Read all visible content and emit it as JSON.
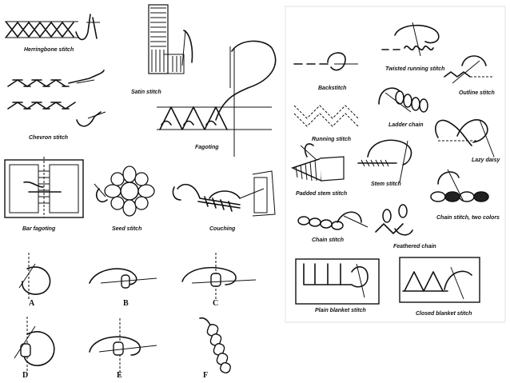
{
  "labels": {
    "herringbone": "Herringbone stitch",
    "satin": "Satin stitch",
    "chevron": "Chevron stitch",
    "fagoting": "Fagoting",
    "bar_fagoting": "Bar fagoting",
    "seed": "Seed stitch",
    "couching": "Couching",
    "backstitch": "Backstitch",
    "twisted_running": "Twisted running stitch",
    "outline": "Outline stitch",
    "running": "Running stitch",
    "ladder_chain": "Ladder chain",
    "lazy_daisy": "Lazy daisy",
    "padded_stem": "Padded stem stitch",
    "stem": "Stem stitch",
    "chain_two_colors": "Chain stitch, two colors",
    "chain": "Chain stitch",
    "feathered_chain": "Feathered chain",
    "plain_blanket": "Plain blanket stitch",
    "closed_blanket": "Closed blanket stitch",
    "step_a": "A",
    "step_b": "B",
    "step_c": "C",
    "step_d": "D",
    "step_e": "E",
    "step_f": "F"
  },
  "colors": {
    "background": "#ffffff",
    "ink": "#111111",
    "panel_border": "#dddddd"
  }
}
